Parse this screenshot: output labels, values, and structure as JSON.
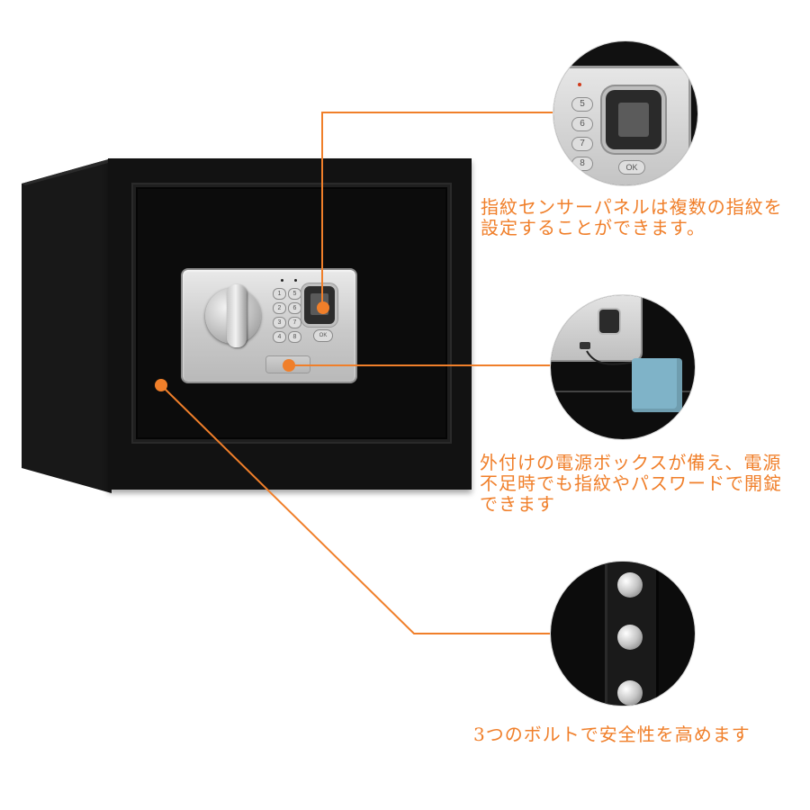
{
  "features": {
    "fingerprint_caption": "指紋センサーパネルは複数の指紋を設定することができます。",
    "power_caption": "外付けの電源ボックスが備え、電源不足時でも指紋やパスワードで開錠できます",
    "bolt_caption": "3つのボルトで安全性を高めます"
  },
  "keypad": {
    "keys": [
      "1",
      "5",
      "2",
      "6",
      "3",
      "7",
      "4",
      "8"
    ],
    "ok_label": "OK"
  },
  "zoom_keypad": {
    "keys": [
      "5",
      "6",
      "7",
      "8"
    ],
    "ok_label": "OK"
  },
  "colors": {
    "accent": "#f07f2a",
    "safe_body": "#121212",
    "panel": "#c9c9c9",
    "power_box": "#7fb3c8"
  }
}
